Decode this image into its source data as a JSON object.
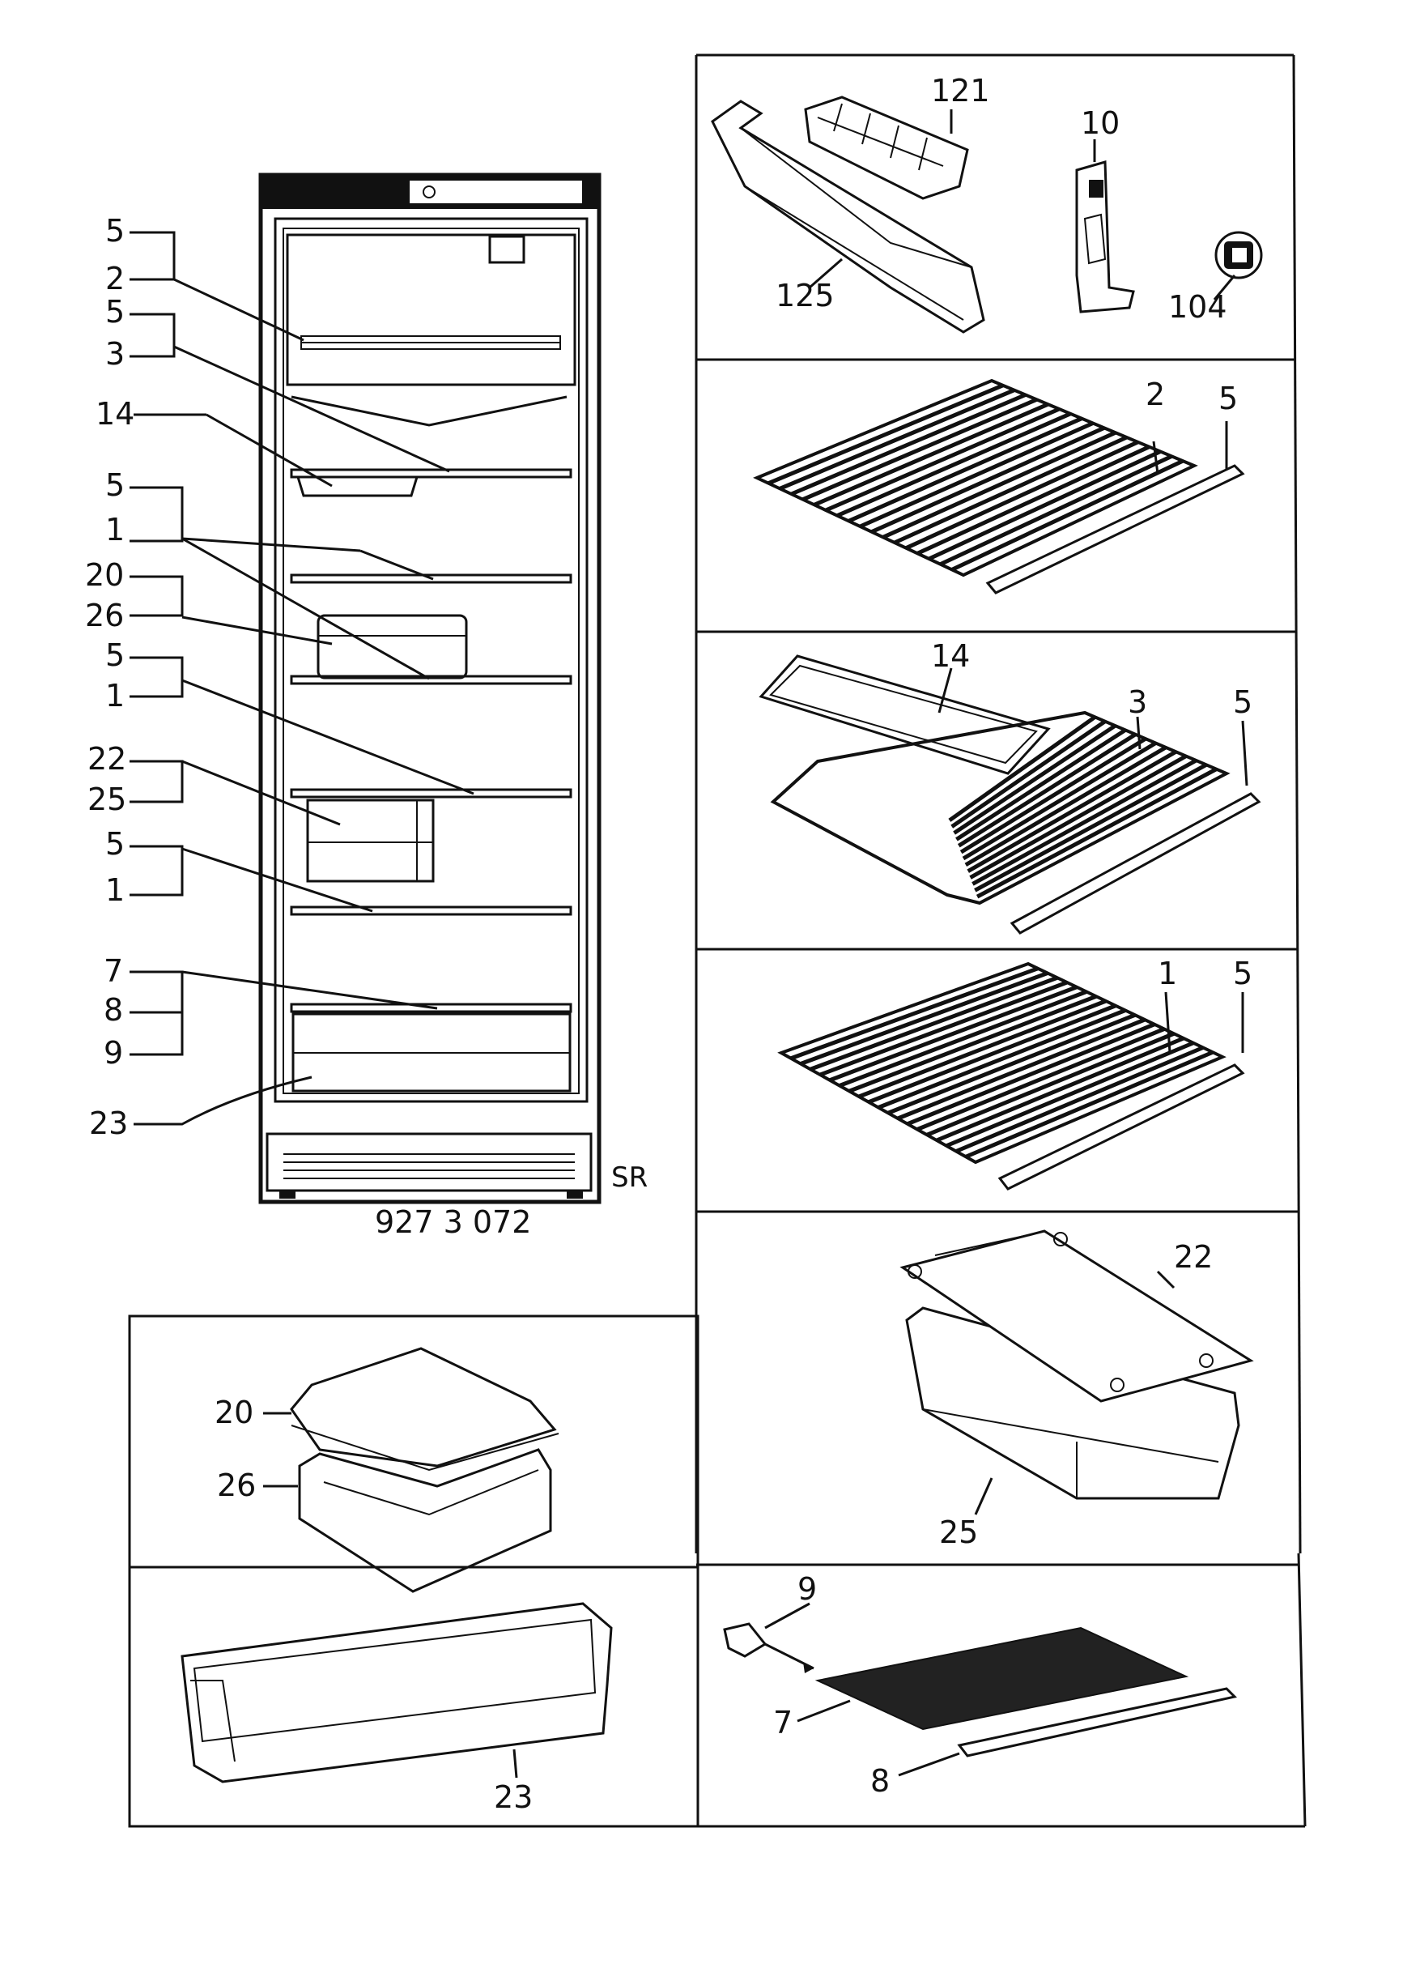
{
  "model_number": "927 3 072",
  "sr_label": "SR",
  "left_labels": [
    "5",
    "2",
    "5",
    "3",
    "14",
    "5",
    "1",
    "20",
    "26",
    "5",
    "1",
    "22",
    "25",
    "5",
    "1",
    "7",
    "8",
    "9",
    "23"
  ],
  "panels": {
    "freezer_accessories": {
      "tray_label": "125",
      "ice_tray_label": "121",
      "hinge_label": "10",
      "knob_label": "104"
    },
    "shelf_2": {
      "shelf_label": "2",
      "strip_label": "5"
    },
    "shelf_3": {
      "tray_label": "14",
      "shelf_label": "3",
      "strip_label": "5"
    },
    "shelf_1": {
      "shelf_label": "1",
      "strip_label": "5"
    },
    "drawer_22_25": {
      "lid_label": "22",
      "box_label": "25"
    },
    "box_20_26": {
      "lid_label": "20",
      "box_label": "26"
    },
    "crisper_23": {
      "label": "23"
    },
    "glass_7_8_9": {
      "clip_label": "9",
      "glass_label": "7",
      "strip_label": "8"
    }
  }
}
